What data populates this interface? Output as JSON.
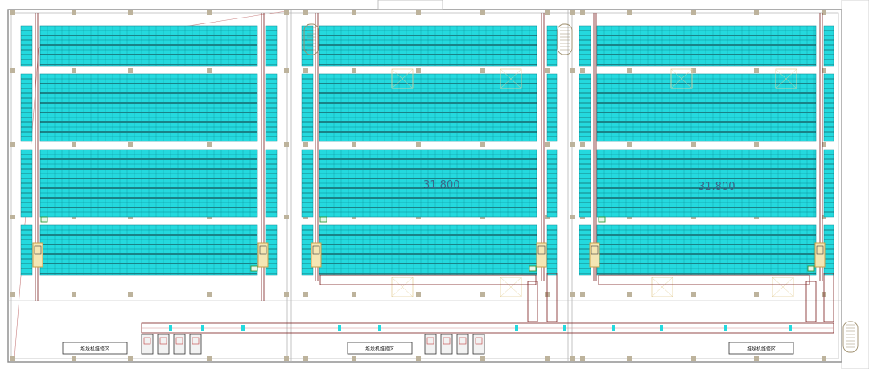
{
  "drawing": {
    "colors": {
      "wall": "#8a8a8a",
      "wall_light": "#b4b4b4",
      "rack_fill": "#24d9de",
      "rack_line": "#0b8c96",
      "beam": "#0f2a30",
      "aisle_rail": "#7a1f1f",
      "column": "#bdb39c",
      "conveyor": "#7a1f1f",
      "green_marker": "#2f9a3a",
      "machine": "#c9a14a",
      "stair": "#9c8c6a",
      "faint_box": "#e6d2a0"
    },
    "halls": [
      {
        "name": "hall-1",
        "elevation": ""
      },
      {
        "name": "hall-2",
        "elevation": "31.800"
      },
      {
        "name": "hall-3",
        "elevation": "31.800"
      }
    ],
    "zone_labels": [
      "堆垛机维修区",
      "堆垛机维修区",
      "堆垛机维修区"
    ],
    "icons": [
      "stair-icon",
      "green-marker-icon",
      "stacker-crane-icon",
      "column-icon",
      "conveyor-icon",
      "port-station-icon"
    ]
  }
}
